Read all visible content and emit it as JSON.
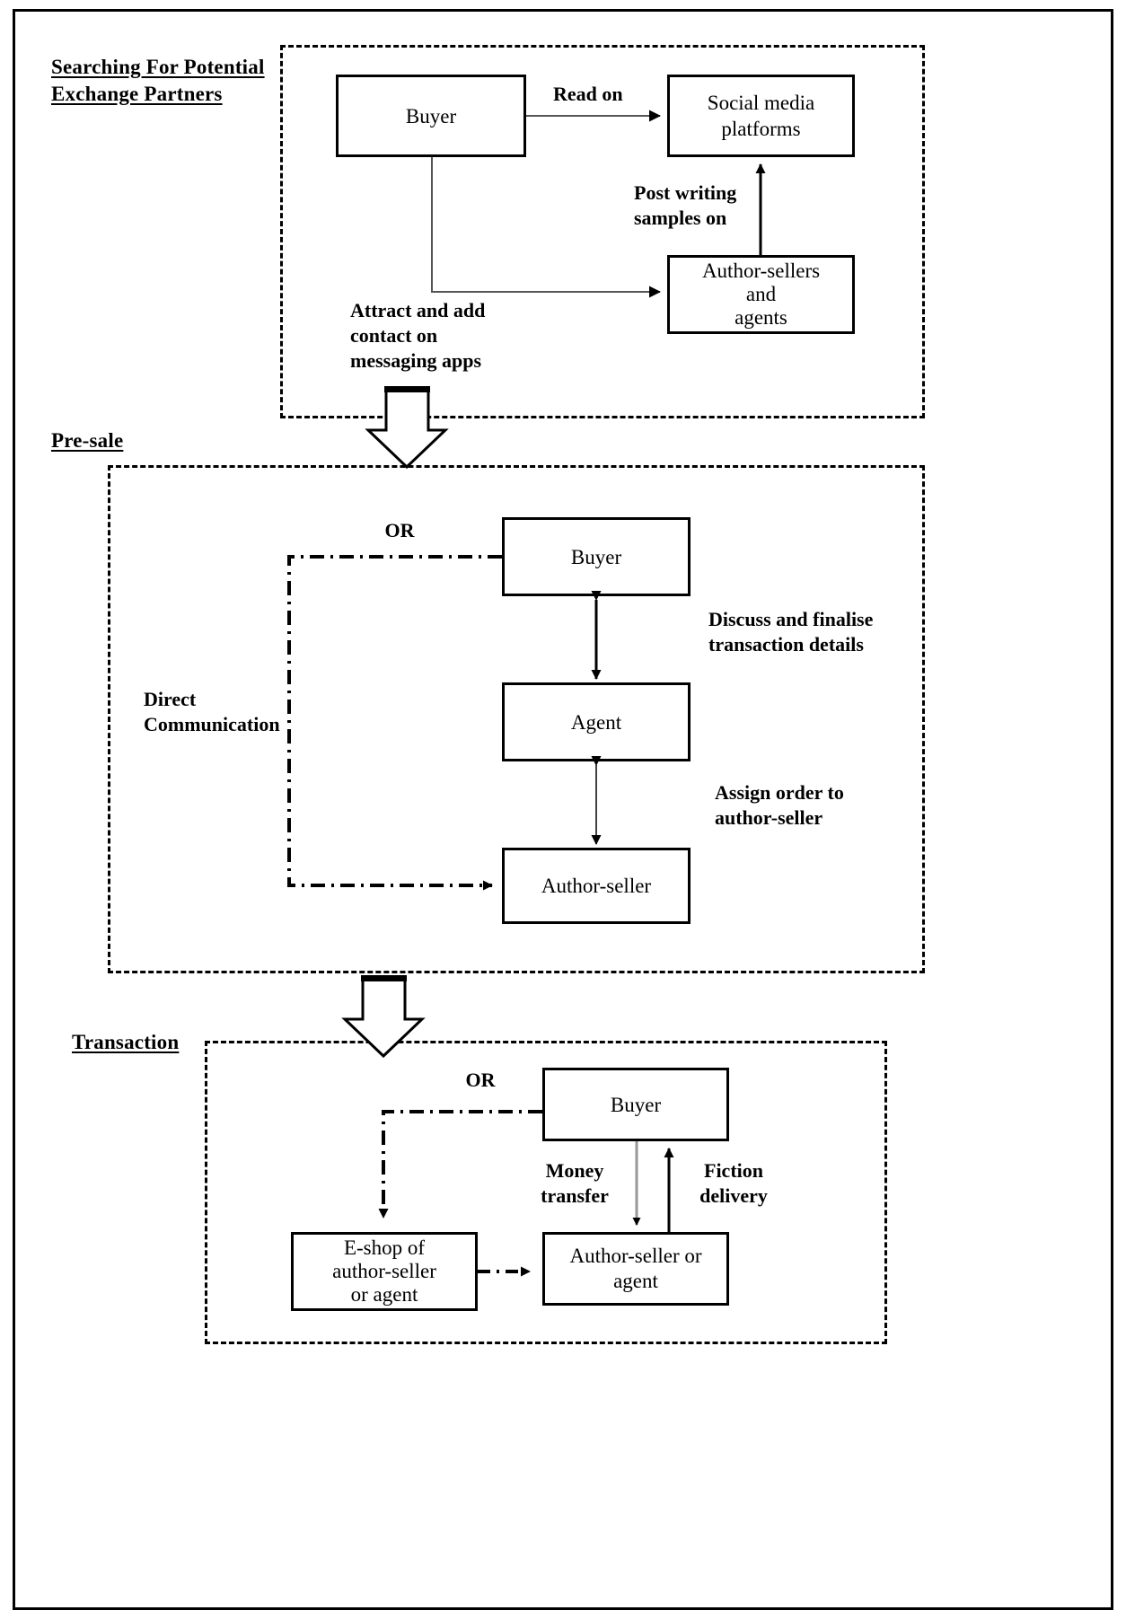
{
  "figure": {
    "type": "flowchart",
    "stages": [
      {
        "id": "searching",
        "label": "Searching For Potential\nExchange Partners",
        "label_line1": "Searching For Potential",
        "label_line2": "Exchange Partners",
        "nodes": [
          {
            "id": "buyer1",
            "label": "Buyer"
          },
          {
            "id": "social",
            "label": "Social media\nplatforms",
            "line1": "Social media",
            "line2": "platforms"
          },
          {
            "id": "authorsellers",
            "label": "Author-sellers\nand\nagents",
            "line1": "Author-sellers",
            "line2": "and",
            "line3": "agents"
          }
        ],
        "edges": [
          {
            "from": "buyer1",
            "to": "social",
            "label": "Read on"
          },
          {
            "from": "authorsellers",
            "to": "social",
            "label": "Post writing\nsamples on",
            "line1": "Post writing",
            "line2": "samples on"
          },
          {
            "from": "buyer1",
            "to": "authorsellers",
            "label": "Attract and add\ncontact on\nmessaging apps",
            "line1": "Attract and add",
            "line2": "contact on",
            "line3": "messaging apps"
          }
        ]
      },
      {
        "id": "presale",
        "label": "Pre-sale",
        "nodes": [
          {
            "id": "buyer2",
            "label": "Buyer"
          },
          {
            "id": "agent",
            "label": "Agent"
          },
          {
            "id": "authorseller2",
            "label": "Author-seller"
          }
        ],
        "edges": [
          {
            "from": "buyer2",
            "to": "agent",
            "label": "Discuss and finalise\ntransaction details",
            "line1": "Discuss and finalise",
            "line2": "transaction details"
          },
          {
            "from": "agent",
            "to": "authorseller2",
            "label": "Assign order to\nauthor-seller",
            "line1": "Assign order to",
            "line2": "author-seller"
          },
          {
            "from": "buyer2",
            "to": "authorseller2",
            "label": "OR"
          }
        ],
        "annotations": [
          {
            "id": "direct-communication",
            "label": "Direct\nCommunication",
            "line1": "Direct",
            "line2": "Communication"
          },
          {
            "id": "or-1",
            "label": "OR"
          }
        ]
      },
      {
        "id": "transaction",
        "label": "Transaction",
        "nodes": [
          {
            "id": "buyer3",
            "label": "Buyer"
          },
          {
            "id": "eshop",
            "label": "E-shop of\nauthor-seller\nor agent",
            "line1": "E-shop of",
            "line2": "author-seller",
            "line3": "or agent"
          },
          {
            "id": "sellerorAgent",
            "label": "Author-seller or\nagent",
            "line1": "Author-seller or",
            "line2": "agent"
          }
        ],
        "edges": [
          {
            "from": "buyer3",
            "to": "sellerorAgent",
            "label": "Money\ntransfer",
            "line1": "Money",
            "line2": "transfer"
          },
          {
            "from": "sellerorAgent",
            "to": "buyer3",
            "label": "Fiction\ndelivery",
            "line1": "Fiction",
            "line2": "delivery"
          },
          {
            "from": "eshop",
            "to": "sellerorAgent",
            "label": ""
          }
        ],
        "annotations": [
          {
            "id": "or-2",
            "label": "OR"
          }
        ]
      }
    ],
    "flow_arrows": [
      {
        "from": "searching",
        "to": "presale",
        "style": "block-arrow-down"
      },
      {
        "from": "presale",
        "to": "transaction",
        "style": "block-arrow-down"
      }
    ],
    "colors": {
      "line": "#000000",
      "background": "#ffffff",
      "thin_line": "#555555"
    }
  }
}
